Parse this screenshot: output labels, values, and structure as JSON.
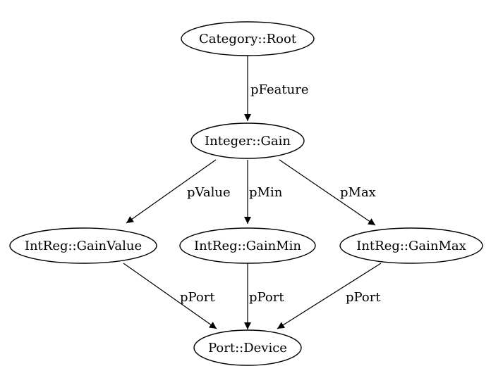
{
  "nodes": {
    "root": "Category::Root",
    "gain": "Integer::Gain",
    "gain_value": "IntReg::GainValue",
    "gain_min": "IntReg::GainMin",
    "gain_max": "IntReg::GainMax",
    "device": "Port::Device"
  },
  "edges": {
    "root_to_gain": "pFeature",
    "gain_to_value": "pValue",
    "gain_to_min": "pMin",
    "gain_to_max": "pMax",
    "value_to_device": "pPort",
    "min_to_device": "pPort",
    "max_to_device": "pPort"
  },
  "colors": {
    "stroke": "#000000",
    "background": "#ffffff"
  }
}
